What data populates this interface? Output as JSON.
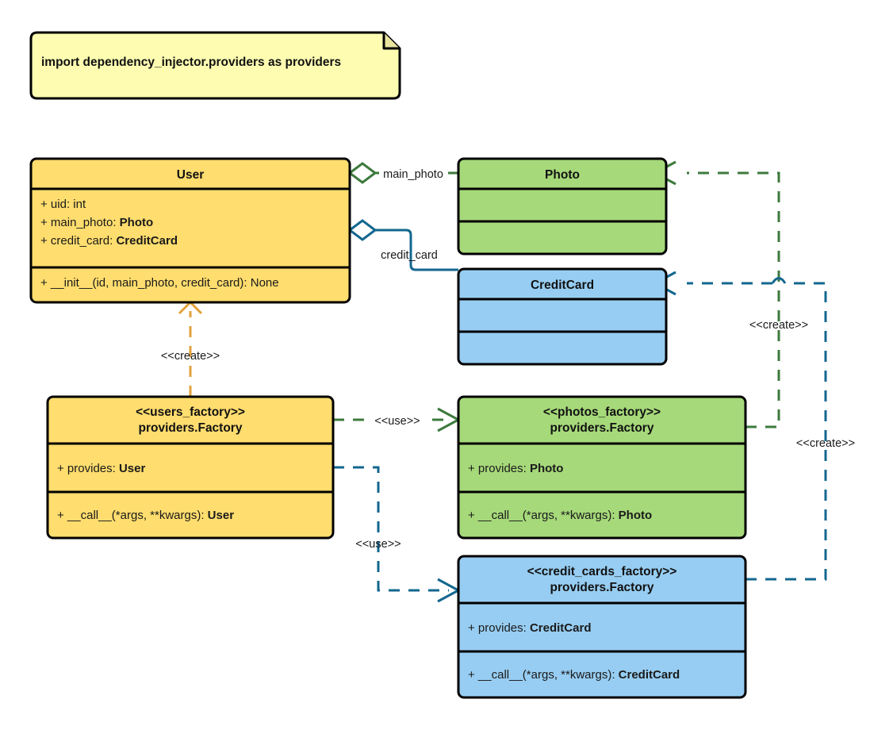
{
  "diagram": {
    "title": "Dependency Injector providers UML class diagram",
    "colors": {
      "yellow_fill": "#ffdd6e",
      "green_fill": "#a6d97a",
      "blue_fill": "#97cdf2",
      "border": "#000000",
      "green_edge": "#3d7a3d",
      "blue_edge": "#13678f",
      "orange_edge": "#e2a23b",
      "note_fill": "#fdfcb1",
      "background": "#ffffff"
    }
  },
  "note": {
    "text": "import dependency_injector.providers as providers"
  },
  "classes": {
    "user": {
      "name": "User",
      "attributes": [
        {
          "prefix": "+ uid: ",
          "type": "int",
          "type_bold": false
        },
        {
          "prefix": "+ main_photo: ",
          "type": "Photo",
          "type_bold": true
        },
        {
          "prefix": "+ credit_card: ",
          "type": "CreditCard",
          "type_bold": true
        }
      ],
      "methods": [
        {
          "prefix": "+ __init__(id, main_photo, credit_card): None",
          "type": "",
          "type_bold": false
        }
      ]
    },
    "photo": {
      "name": "Photo",
      "attributes": [],
      "methods": []
    },
    "credit_card": {
      "name": "CreditCard",
      "attributes": [],
      "methods": []
    },
    "users_factory": {
      "stereotype": "<<users_factory>>",
      "name": "providers.Factory",
      "attributes": [
        {
          "prefix": "+ provides: ",
          "type": "User",
          "type_bold": true
        }
      ],
      "methods": [
        {
          "prefix": "+ __call__(*args, **kwargs): ",
          "type": "User",
          "type_bold": true
        }
      ]
    },
    "photos_factory": {
      "stereotype": "<<photos_factory>>",
      "name": "providers.Factory",
      "attributes": [
        {
          "prefix": "+ provides: ",
          "type": "Photo",
          "type_bold": true
        }
      ],
      "methods": [
        {
          "prefix": "+ __call__(*args, **kwargs): ",
          "type": "Photo",
          "type_bold": true
        }
      ]
    },
    "credit_cards_factory": {
      "stereotype": "<<credit_cards_factory>>",
      "name": "providers.Factory",
      "attributes": [
        {
          "prefix": "+ provides: ",
          "type": "CreditCard",
          "type_bold": true
        }
      ],
      "methods": [
        {
          "prefix": "+ __call__(*args, **kwargs): ",
          "type": "CreditCard",
          "type_bold": true
        }
      ]
    }
  },
  "edges": {
    "main_photo": {
      "label": "main_photo",
      "kind": "aggregation",
      "from": "User",
      "to": "Photo"
    },
    "credit_card": {
      "label": "credit_card",
      "kind": "aggregation",
      "from": "User",
      "to": "CreditCard"
    },
    "users_factory_create_user": {
      "label": "<<create>>",
      "kind": "dependency",
      "from": "users_factory",
      "to": "User"
    },
    "users_factory_use_photos": {
      "label": "<<use>>",
      "kind": "dependency",
      "from": "users_factory",
      "to": "photos_factory"
    },
    "users_factory_use_credit_cards": {
      "label": "<<use>>",
      "kind": "dependency",
      "from": "users_factory",
      "to": "credit_cards_factory"
    },
    "photos_factory_create_photo": {
      "label": "<<create>>",
      "kind": "dependency",
      "from": "photos_factory",
      "to": "Photo"
    },
    "credit_cards_factory_create_credit_card": {
      "label": "<<create>>",
      "kind": "dependency",
      "from": "credit_cards_factory",
      "to": "CreditCard"
    }
  }
}
